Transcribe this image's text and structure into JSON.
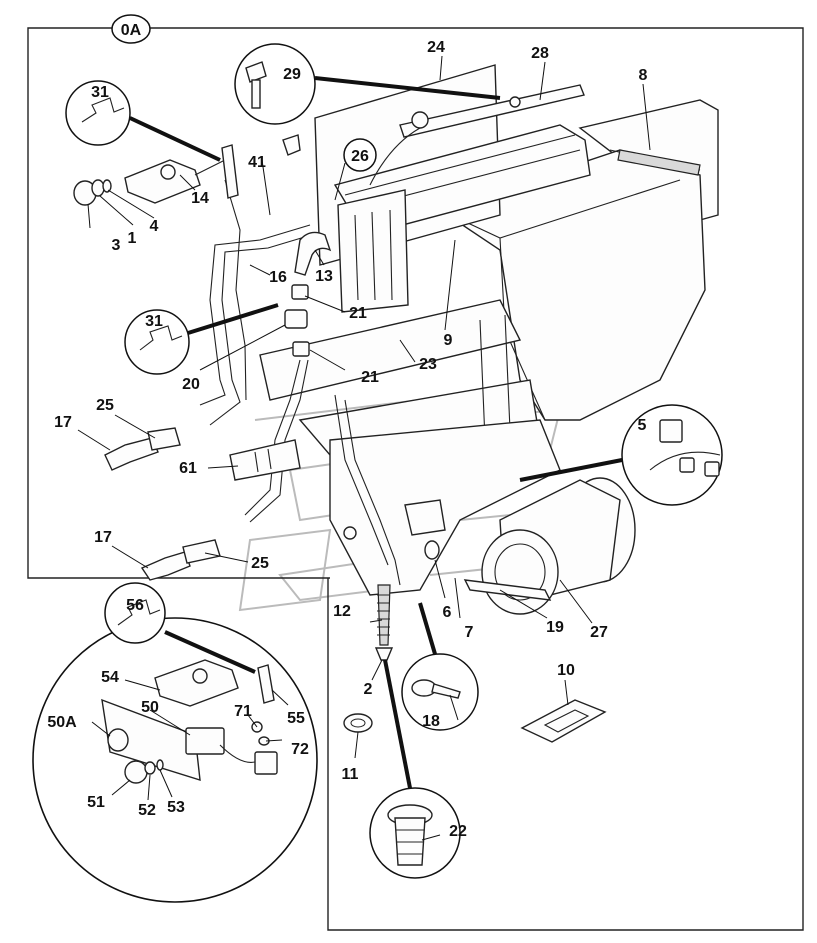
{
  "assembly_tag": "0A",
  "callouts": [
    {
      "id": "c29",
      "text": "29"
    },
    {
      "id": "c24",
      "text": "24"
    },
    {
      "id": "c28",
      "text": "28"
    },
    {
      "id": "c8",
      "text": "8"
    },
    {
      "id": "c31a",
      "text": "31"
    },
    {
      "id": "c41",
      "text": "41"
    },
    {
      "id": "c26",
      "text": "26"
    },
    {
      "id": "c3",
      "text": "3"
    },
    {
      "id": "c1",
      "text": "1"
    },
    {
      "id": "c4",
      "text": "4"
    },
    {
      "id": "c14",
      "text": "14"
    },
    {
      "id": "c13",
      "text": "13"
    },
    {
      "id": "c16",
      "text": "16"
    },
    {
      "id": "c21a",
      "text": "21"
    },
    {
      "id": "c9",
      "text": "9"
    },
    {
      "id": "c31b",
      "text": "31"
    },
    {
      "id": "c20",
      "text": "20"
    },
    {
      "id": "c23",
      "text": "23"
    },
    {
      "id": "c21b",
      "text": "21"
    },
    {
      "id": "c17a",
      "text": "17"
    },
    {
      "id": "c25a",
      "text": "25"
    },
    {
      "id": "c5",
      "text": "5"
    },
    {
      "id": "c61",
      "text": "61"
    },
    {
      "id": "c17b",
      "text": "17"
    },
    {
      "id": "c25b",
      "text": "25"
    },
    {
      "id": "c6",
      "text": "6"
    },
    {
      "id": "c7",
      "text": "7"
    },
    {
      "id": "c19",
      "text": "19"
    },
    {
      "id": "c27",
      "text": "27"
    },
    {
      "id": "c12",
      "text": "12"
    },
    {
      "id": "c56",
      "text": "56"
    },
    {
      "id": "c10",
      "text": "10"
    },
    {
      "id": "c2",
      "text": "2"
    },
    {
      "id": "c54",
      "text": "54"
    },
    {
      "id": "c50A",
      "text": "50A"
    },
    {
      "id": "c50",
      "text": "50"
    },
    {
      "id": "c71",
      "text": "71"
    },
    {
      "id": "c55",
      "text": "55"
    },
    {
      "id": "c72",
      "text": "72"
    },
    {
      "id": "c18",
      "text": "18"
    },
    {
      "id": "c51",
      "text": "51"
    },
    {
      "id": "c52",
      "text": "52"
    },
    {
      "id": "c53",
      "text": "53"
    },
    {
      "id": "c11",
      "text": "11"
    },
    {
      "id": "c22",
      "text": "22"
    }
  ]
}
